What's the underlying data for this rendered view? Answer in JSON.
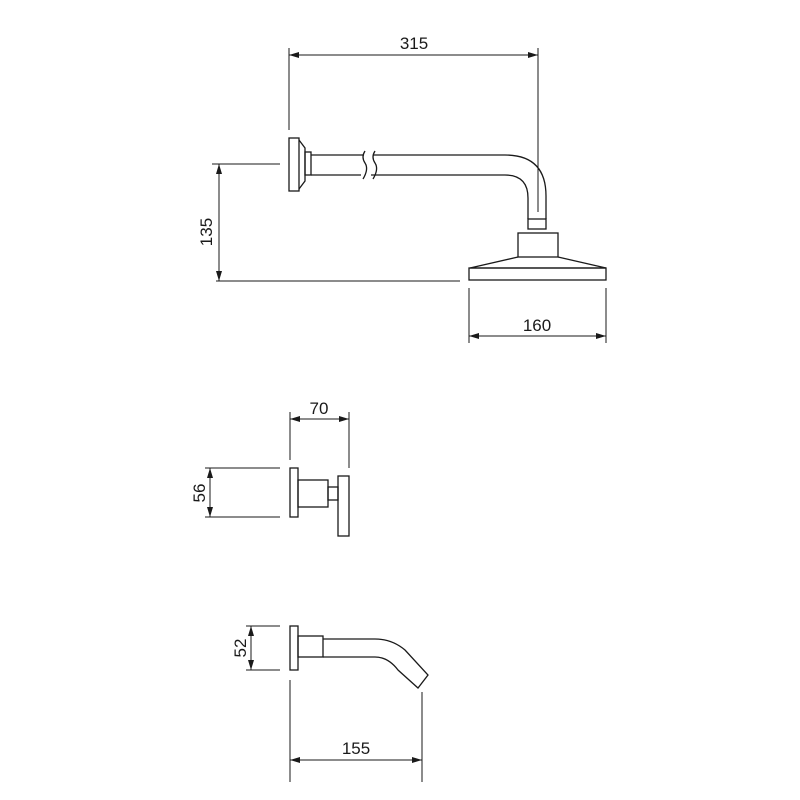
{
  "shower_arm": {
    "dim_projection": "315",
    "dim_drop": "135",
    "dim_head_diameter": "160"
  },
  "valve": {
    "dim_depth": "70",
    "dim_flange": "56"
  },
  "spout": {
    "dim_flange": "52",
    "dim_projection": "155"
  },
  "colors": {
    "line": "#1a1a1a",
    "background": "#ffffff"
  }
}
